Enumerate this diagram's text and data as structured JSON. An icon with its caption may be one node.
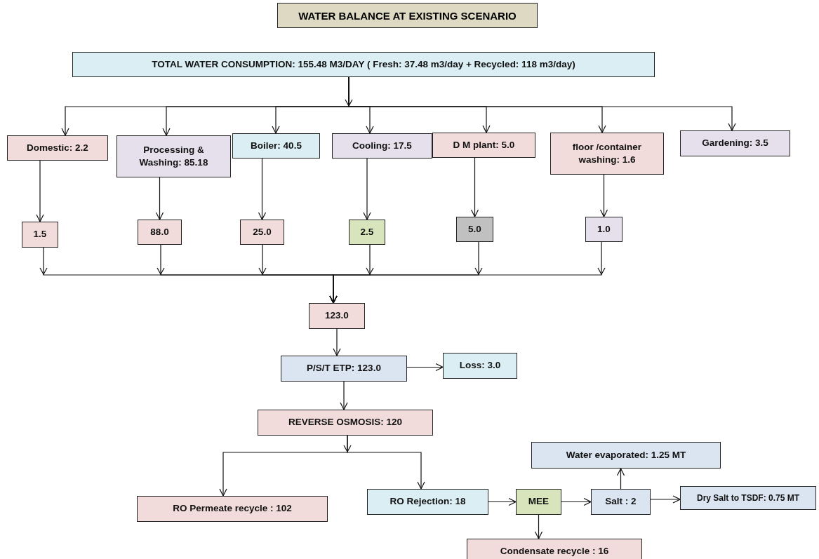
{
  "diagram": {
    "title": "WATER BALANCE AT EXISTING SCENARIO",
    "nodes": [
      {
        "text": [
          "TOTAL WATER CONSUMPTION: 155.48 M3/DAY  ( Fresh: 37.48 m3/day + Recycled: 118 m3/day)"
        ]
      },
      {
        "text": [
          "Domestic: 2.2"
        ]
      },
      {
        "text": [
          "Processing & Washing: 85.18"
        ]
      },
      {
        "text": [
          "Boiler: 40.5"
        ]
      },
      {
        "text": [
          "Cooling: 17.5"
        ]
      },
      {
        "text": [
          "D M plant: 5.0"
        ]
      },
      {
        "text": [
          "floor /container washing: 1.6"
        ]
      },
      {
        "text": [
          "Gardening: 3.5"
        ]
      },
      {
        "text": [
          "1.5"
        ]
      },
      {
        "text": [
          "88.0"
        ]
      },
      {
        "text": [
          "25.0"
        ]
      },
      {
        "text": [
          "2.5"
        ]
      },
      {
        "text": [
          "5.0"
        ]
      },
      {
        "text": [
          "1.0"
        ]
      },
      {
        "text": [
          "123.0"
        ]
      },
      {
        "text": [
          "P/S/T ETP: 123.0"
        ]
      },
      {
        "text": [
          "Loss: 3.0"
        ]
      },
      {
        "text": [
          "REVERSE OSMOSIS: 120"
        ]
      },
      {
        "text": [
          "RO Permeate recycle : 102"
        ]
      },
      {
        "text": [
          "RO Rejection: 18"
        ]
      },
      {
        "text": [
          "MEE"
        ]
      },
      {
        "text": [
          "Salt : 2"
        ]
      },
      {
        "text": [
          "Water evaporated: 1.25 MT"
        ]
      },
      {
        "text": [
          "Dry Salt to TSDF: 0.75 MT"
        ]
      },
      {
        "text": [
          "Condensate recycle : 16"
        ]
      }
    ],
    "edges": [
      {
        "from": 0,
        "to": 1,
        "arrow": "to"
      },
      {
        "from": 0,
        "to": 2,
        "arrow": "to"
      },
      {
        "from": 0,
        "to": 3,
        "arrow": "to"
      },
      {
        "from": 0,
        "to": 4,
        "arrow": "to"
      },
      {
        "from": 0,
        "to": 5,
        "arrow": "to"
      },
      {
        "from": 0,
        "to": 6,
        "arrow": "to"
      },
      {
        "from": 0,
        "to": 7,
        "arrow": "to"
      },
      {
        "from": 1,
        "to": 8,
        "arrow": "to"
      },
      {
        "from": 2,
        "to": 9,
        "arrow": "to"
      },
      {
        "from": 3,
        "to": 10,
        "arrow": "to"
      },
      {
        "from": 4,
        "to": 11,
        "arrow": "to"
      },
      {
        "from": 5,
        "to": 12,
        "arrow": "to"
      },
      {
        "from": 6,
        "to": 13,
        "arrow": "to"
      },
      {
        "from": 8,
        "to": 14,
        "arrow": "to"
      },
      {
        "from": 9,
        "to": 14,
        "arrow": "to"
      },
      {
        "from": 10,
        "to": 14,
        "arrow": "to"
      },
      {
        "from": 11,
        "to": 14,
        "arrow": "to"
      },
      {
        "from": 12,
        "to": 14,
        "arrow": "to"
      },
      {
        "from": 13,
        "to": 14,
        "arrow": "to"
      },
      {
        "from": 14,
        "to": 15,
        "arrow": "to"
      },
      {
        "from": 15,
        "to": 16,
        "arrow": "to"
      },
      {
        "from": 15,
        "to": 17,
        "arrow": "to"
      },
      {
        "from": 17,
        "to": 18,
        "arrow": "to"
      },
      {
        "from": 17,
        "to": 19,
        "arrow": "to"
      },
      {
        "from": 19,
        "to": 20,
        "arrow": "to"
      },
      {
        "from": 20,
        "to": 21,
        "arrow": "to"
      },
      {
        "from": 21,
        "to": 22,
        "arrow": "to"
      },
      {
        "from": 21,
        "to": 23,
        "arrow": "to"
      },
      {
        "from": 20,
        "to": 24,
        "arrow": "to"
      }
    ]
  }
}
